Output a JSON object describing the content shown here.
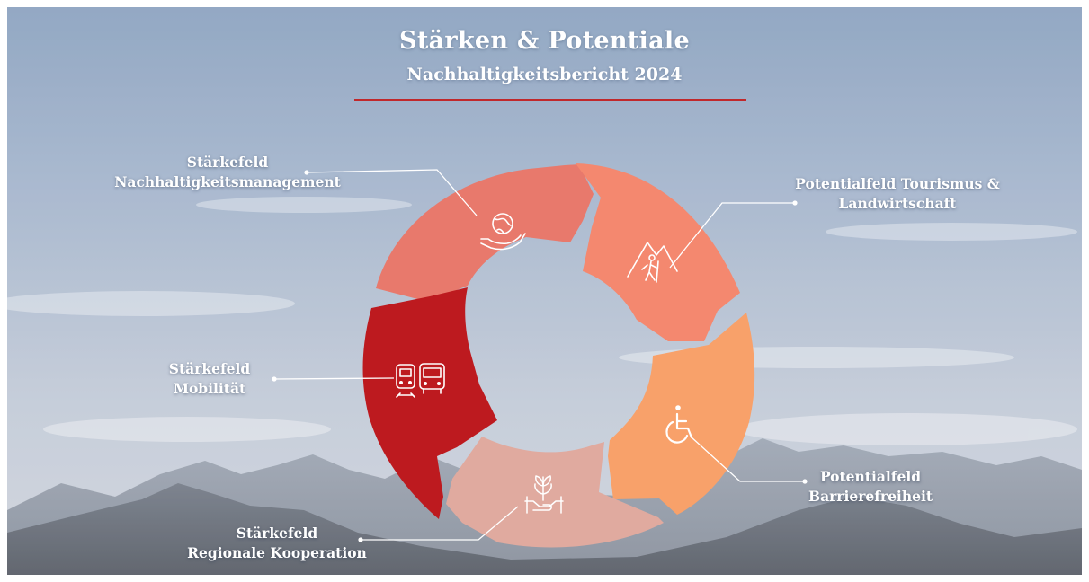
{
  "title": "Stärken & Potentiale",
  "subtitle": "Nachhaltigkeitsbericht 2024",
  "colors": {
    "title_rule": "#c0282b",
    "segment_nachhaltigkeit": "#e8796c",
    "segment_tourismus": "#f4886f",
    "segment_barriere": "#f8a16a",
    "segment_kooperation": "#e0aa9f",
    "segment_mobilitaet": "#bd1a1f",
    "connector_lines": "#ffffff"
  },
  "segments": [
    {
      "id": "nachhaltigkeitsmanagement",
      "icon": "hands-globe-icon",
      "label_line1": "Stärkefeld",
      "label_line2": "Nachhaltigkeitsmanagement"
    },
    {
      "id": "tourismus-landwirtschaft",
      "icon": "mountain-hiker-icon",
      "label_line1": "Potentialfeld Tourismus &",
      "label_line2": "Landwirtschaft"
    },
    {
      "id": "barrierefreiheit",
      "icon": "wheelchair-icon",
      "label_line1": "Potentialfeld",
      "label_line2": "Barrierefreiheit"
    },
    {
      "id": "regionale-kooperation",
      "icon": "handshake-plant-icon",
      "label_line1": "Stärkefeld",
      "label_line2": "Regionale Kooperation"
    },
    {
      "id": "mobilitaet",
      "icon": "train-bus-icon",
      "label_line1": "Stärkefeld",
      "label_line2": "Mobilität"
    }
  ]
}
